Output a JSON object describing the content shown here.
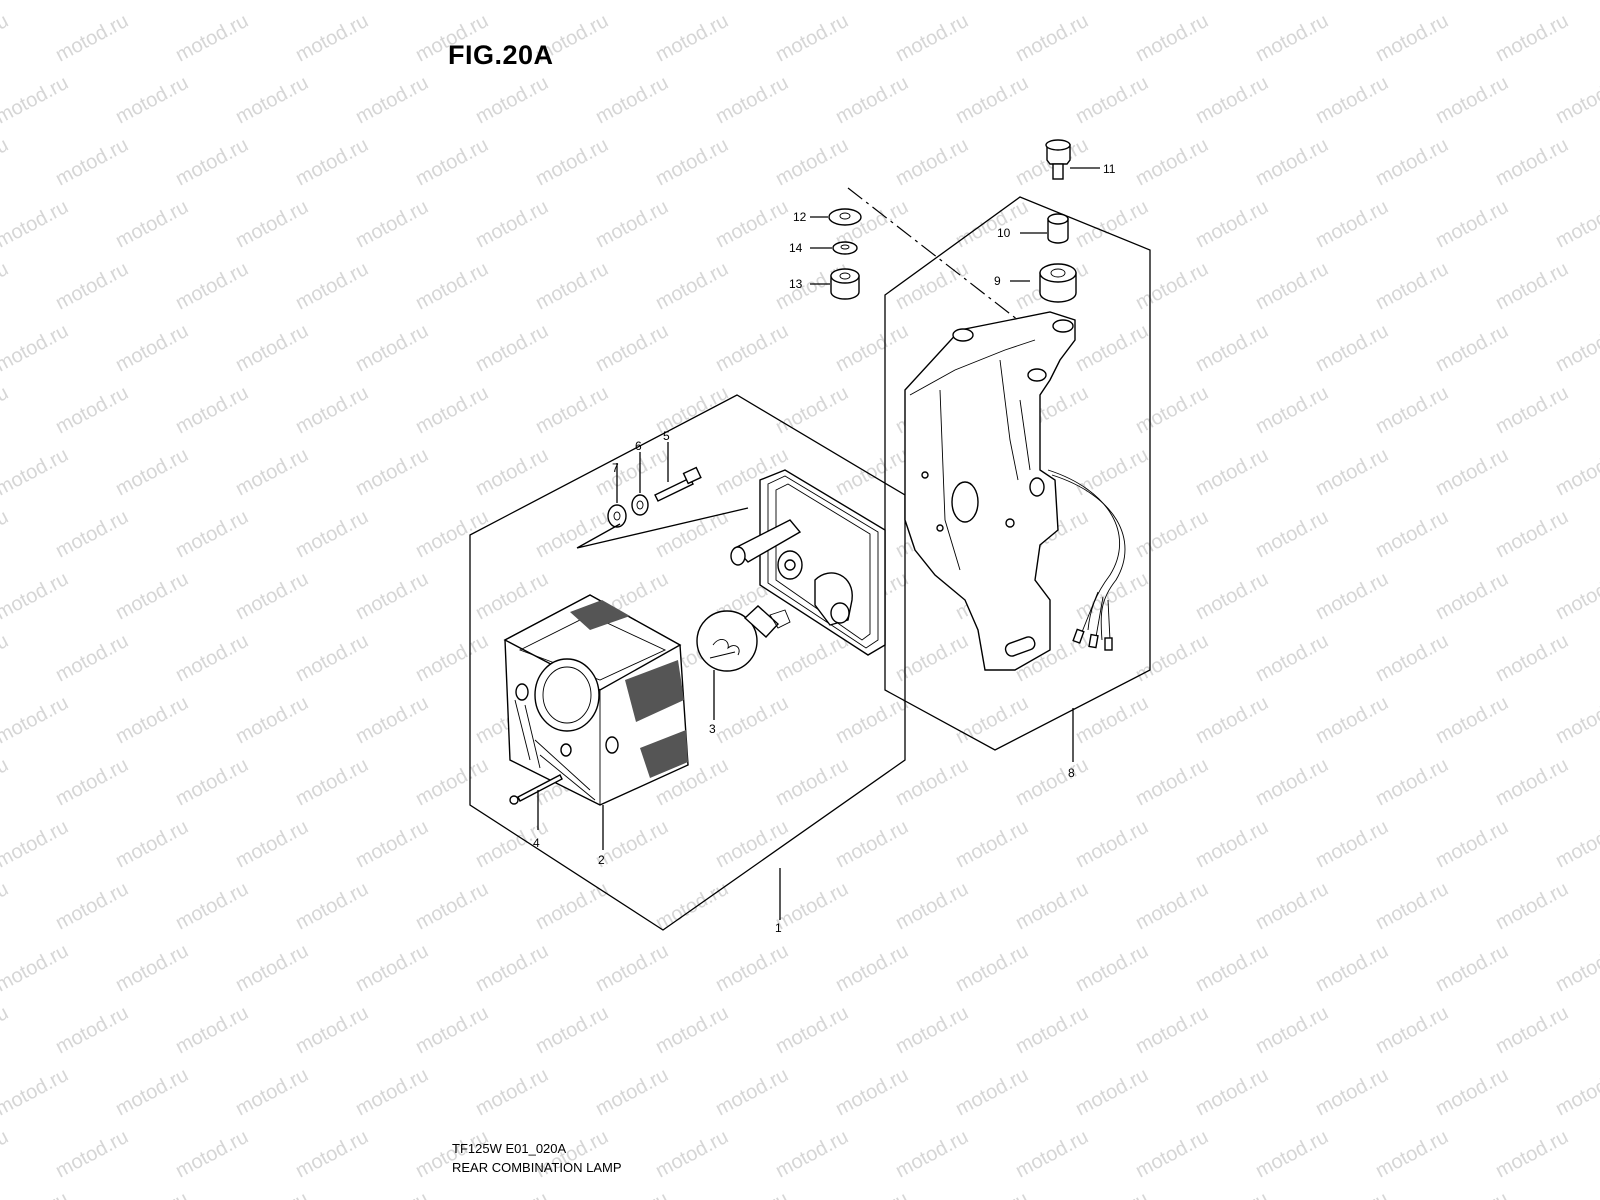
{
  "figure": {
    "title": "FIG.20A",
    "footer_code": "TF125W E01_020A",
    "footer_name": "REAR COMBINATION LAMP"
  },
  "watermark": {
    "text": "motod.ru",
    "color": "#d6d6d6"
  },
  "callouts": [
    {
      "id": "1",
      "label": "1"
    },
    {
      "id": "2",
      "label": "2"
    },
    {
      "id": "3",
      "label": "3"
    },
    {
      "id": "4",
      "label": "4"
    },
    {
      "id": "5",
      "label": "5"
    },
    {
      "id": "6",
      "label": "6"
    },
    {
      "id": "7",
      "label": "7"
    },
    {
      "id": "8",
      "label": "8"
    },
    {
      "id": "9",
      "label": "9"
    },
    {
      "id": "10",
      "label": "10"
    },
    {
      "id": "11",
      "label": "11"
    },
    {
      "id": "12",
      "label": "12"
    },
    {
      "id": "13",
      "label": "13"
    },
    {
      "id": "14",
      "label": "14"
    }
  ]
}
